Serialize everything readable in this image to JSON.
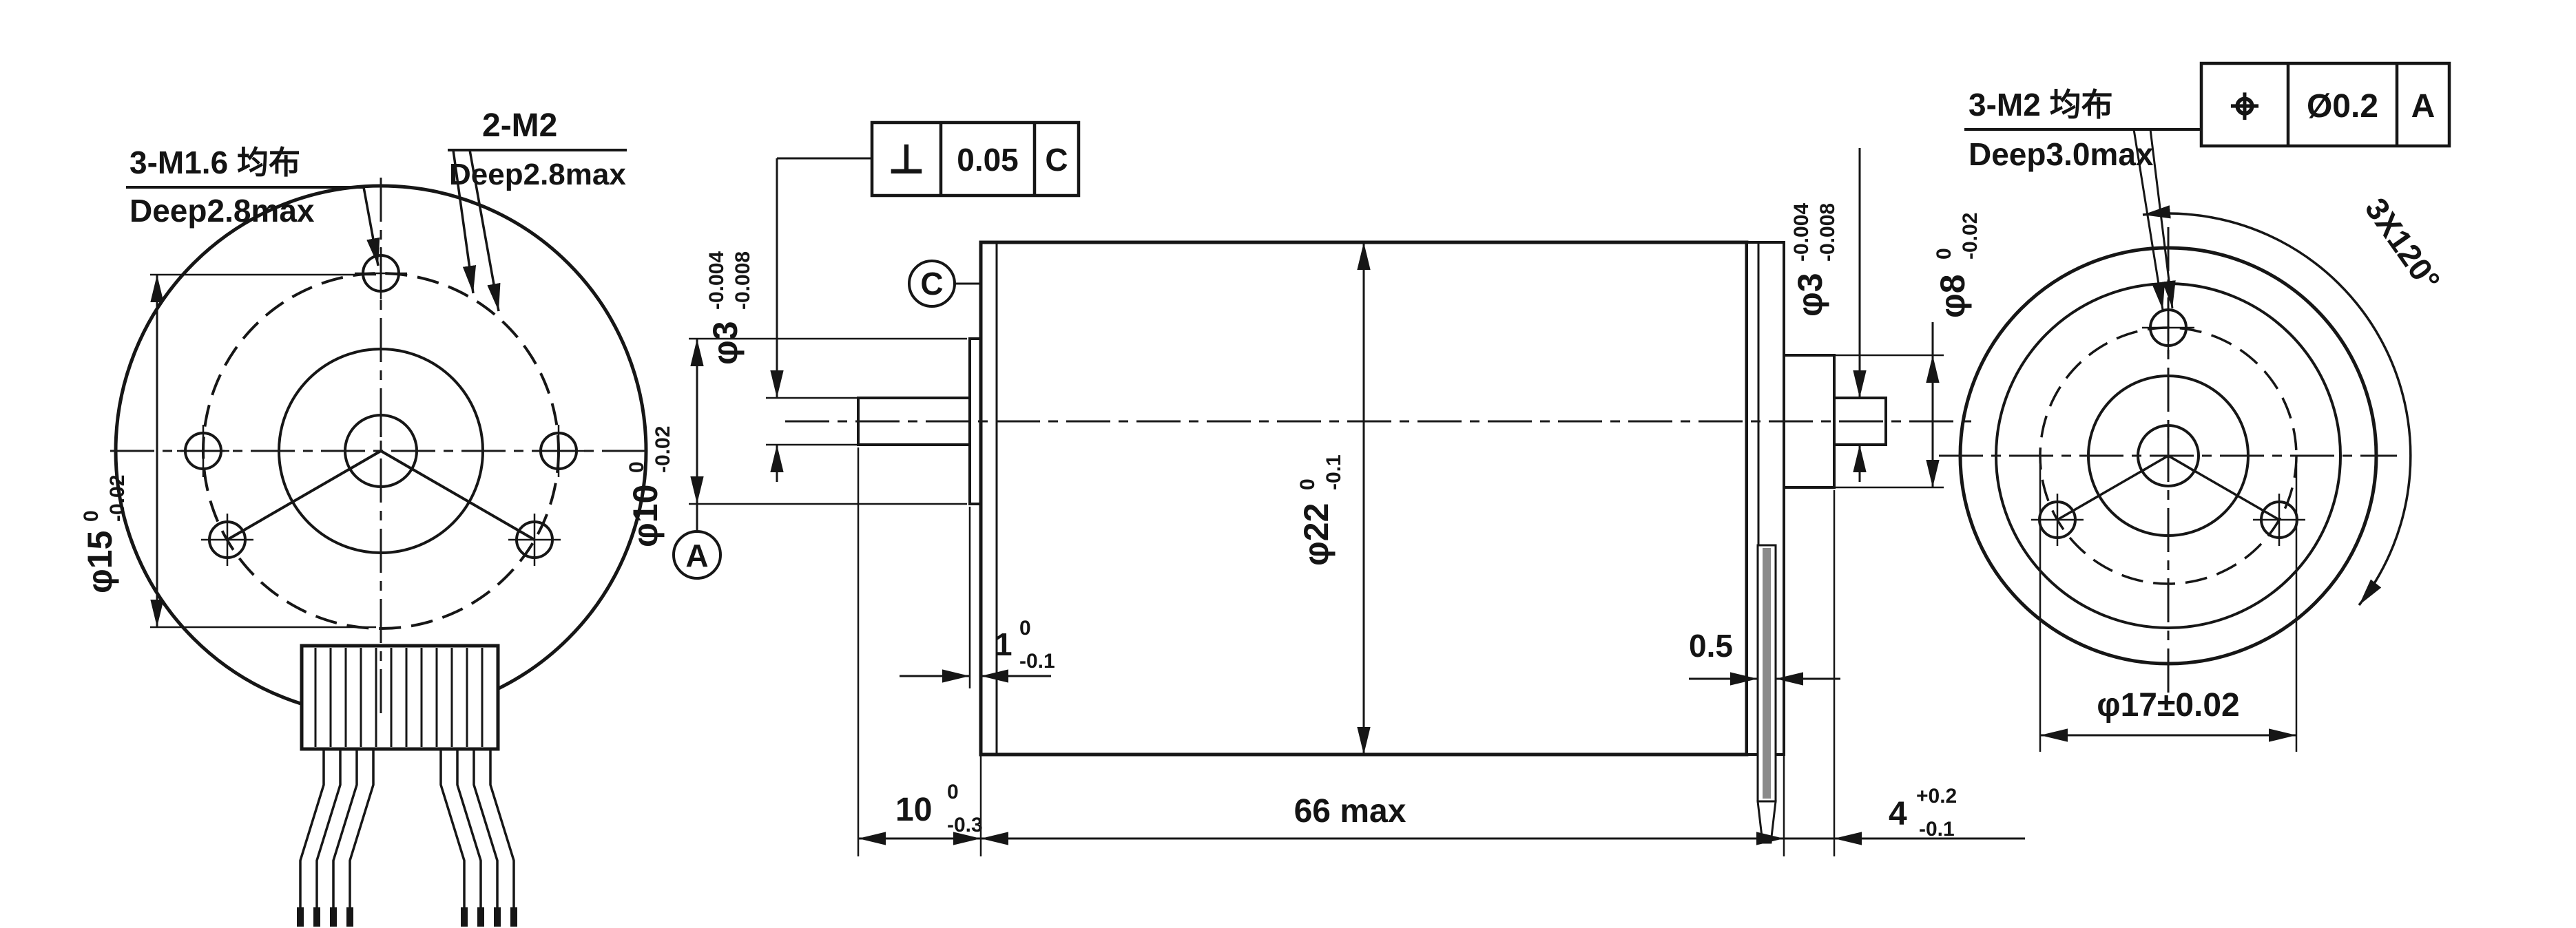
{
  "front_view": {
    "thread_label_m16": {
      "line1": "3-M1.6 均布",
      "line2": "Deep2.8max"
    },
    "thread_label_m2": {
      "line1": "2-M2",
      "line2": "Deep2.8max"
    },
    "bolt_circle_dim": {
      "dia": "φ15",
      "upper": "0",
      "lower": "-0.02"
    }
  },
  "side_view": {
    "perpendicularity_frame": {
      "symbol": "⊥",
      "tolerance": "0.05",
      "datum": "C"
    },
    "datum_c_label": "C",
    "datum_a_label": "A",
    "shaft_front_dim": {
      "dia": "φ3",
      "upper": "-0.004",
      "lower": "-0.008"
    },
    "pilot_dia_dim": {
      "dia": "φ10",
      "upper": "0",
      "lower": "-0.02"
    },
    "body_dia_dim": {
      "dia": "φ22",
      "upper": "0",
      "lower": "-0.1"
    },
    "shaft_rear_dim": {
      "dia": "φ3",
      "upper": "-0.004",
      "lower": "-0.008"
    },
    "rear_boss_dia_dim": {
      "dia": "φ8",
      "upper": "0",
      "lower": "-0.02"
    },
    "pilot_length_dim": {
      "value": "1",
      "upper": "0",
      "lower": "-0.1"
    },
    "shaft_ext_length_dim": {
      "value": "10",
      "upper": "0",
      "lower": "-0.3"
    },
    "body_length_dim": "66 max",
    "pin_thickness_dim": "0.5",
    "boss_length_dim": {
      "value": "4",
      "upper": "+0.2",
      "lower": "-0.1"
    }
  },
  "rear_view": {
    "thread_label_m2": {
      "line1": "3-M2 均布",
      "line2": "Deep3.0max"
    },
    "position_frame": {
      "symbol": "⌖",
      "tolerance": "Ø0.2",
      "datum": "A"
    },
    "bolt_circle_dim": "φ17±0.02",
    "hole_spacing_label": "3X120°"
  }
}
